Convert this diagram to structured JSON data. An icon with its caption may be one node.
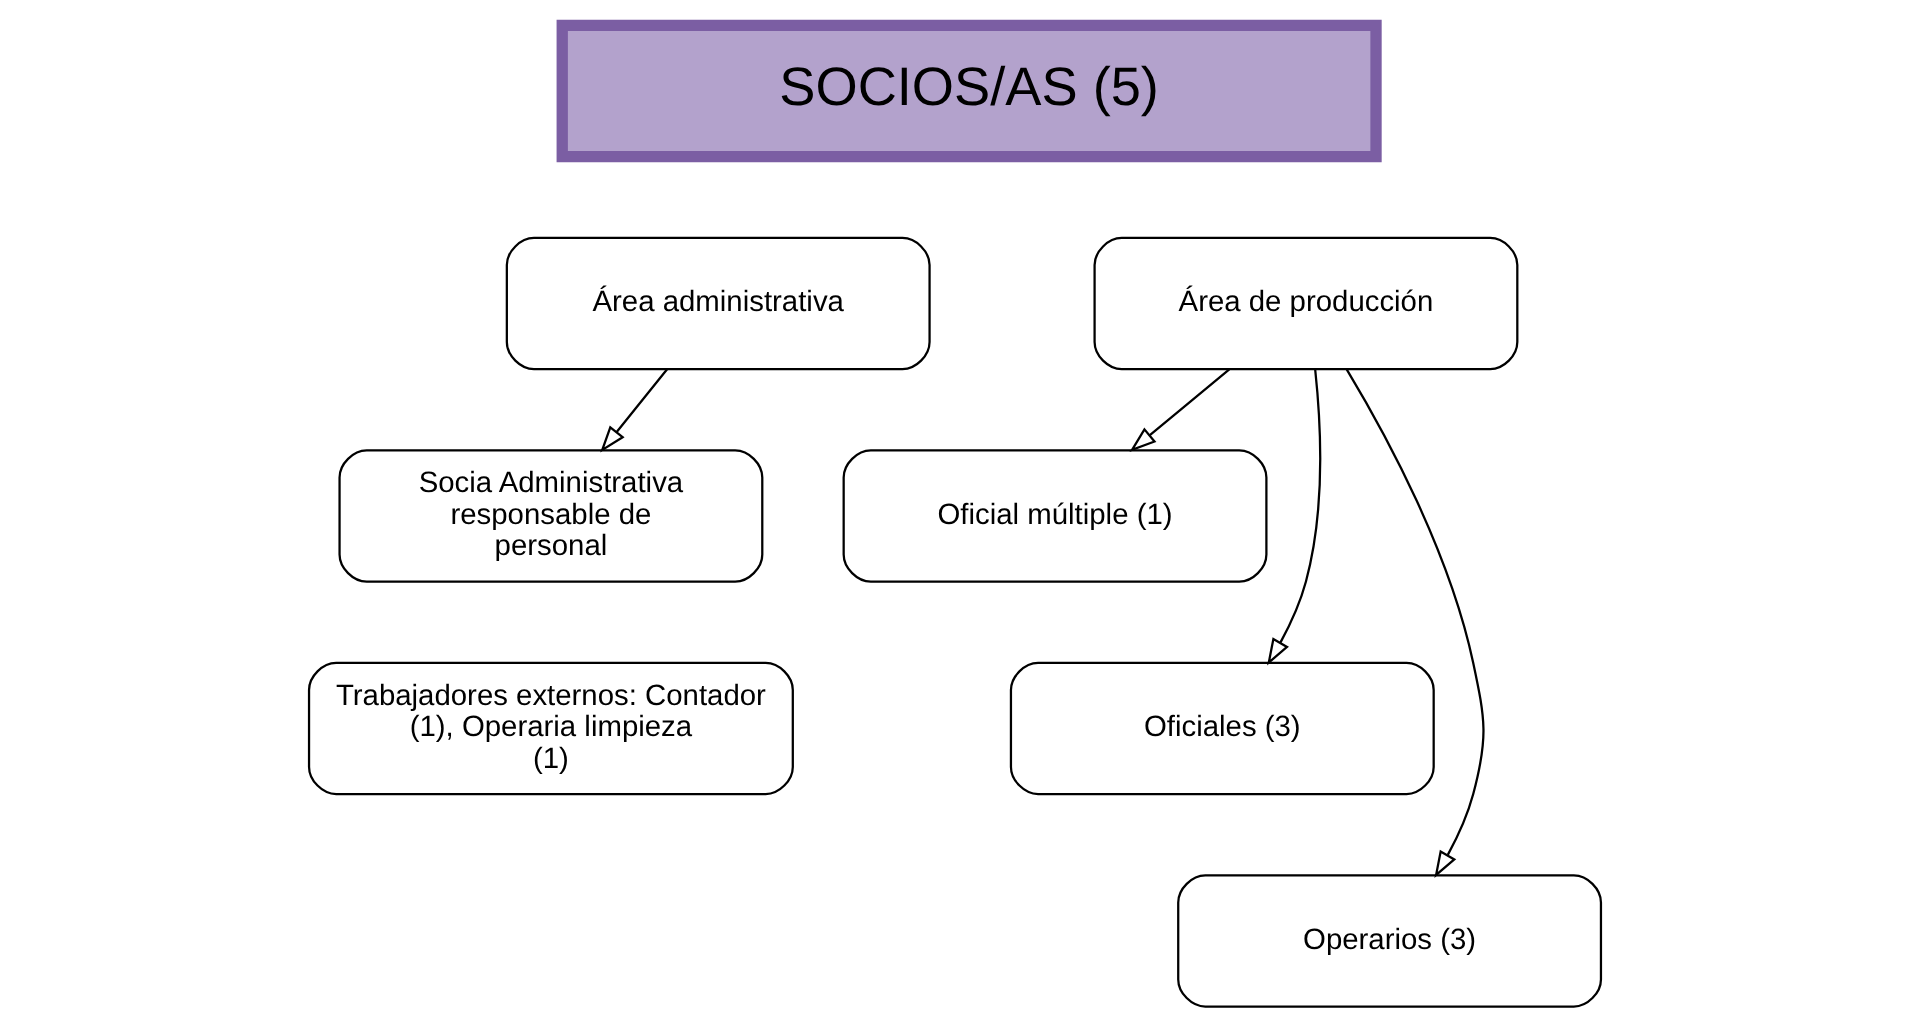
{
  "diagram": {
    "nodes": [
      {
        "text": [
          "SOCIOS/AS (5)"
        ]
      },
      {
        "text": [
          "Área administrativa"
        ]
      },
      {
        "text": [
          "Socia Administrativa responsable de personal"
        ]
      },
      {
        "text": [
          "Trabajadores externos: Contador (1), Operaria limpieza (1)"
        ]
      },
      {
        "text": [
          "Área de producción"
        ]
      },
      {
        "text": [
          "Oficial múltiple (1)"
        ]
      },
      {
        "text": [
          "Oficiales (3)"
        ]
      },
      {
        "text": [
          "Operarios (3)"
        ]
      }
    ],
    "edges": [
      {
        "from": 1,
        "to": 2,
        "arrow": "to"
      },
      {
        "from": 4,
        "to": 5,
        "arrow": "to"
      },
      {
        "from": 4,
        "to": 6,
        "arrow": "to"
      },
      {
        "from": 4,
        "to": 7,
        "arrow": "to"
      }
    ]
  }
}
